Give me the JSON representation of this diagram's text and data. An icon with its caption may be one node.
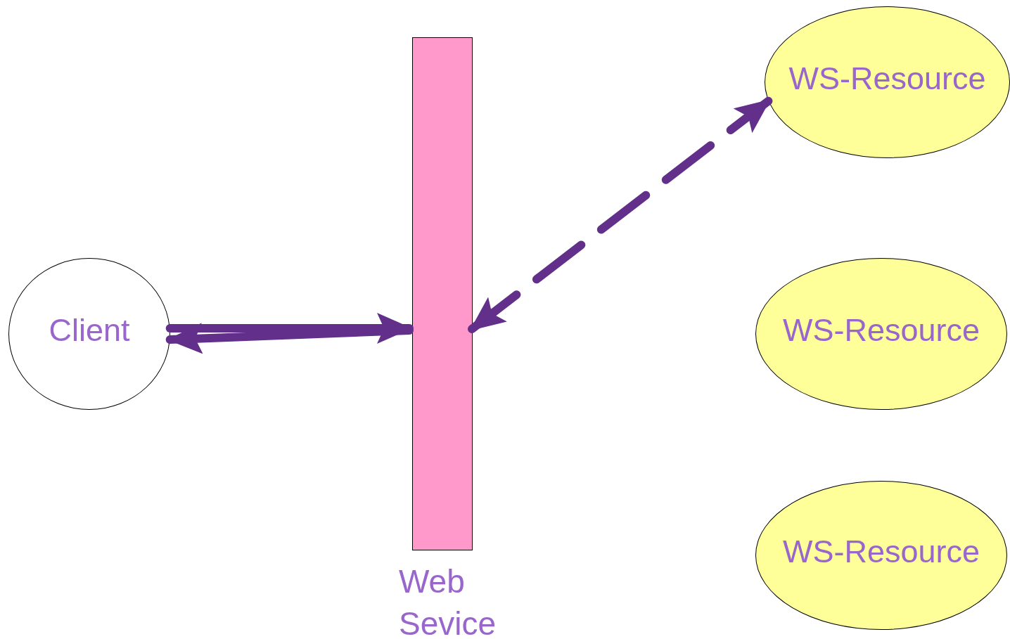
{
  "diagram": {
    "nodes": [
      {
        "text": [
          "Client"
        ]
      },
      {
        "text": [
          "Web Sevice"
        ]
      },
      {
        "text": [
          "WS-Resource"
        ]
      },
      {
        "text": [
          "WS-Resource"
        ]
      },
      {
        "text": [
          "WS-Resource"
        ]
      }
    ],
    "edges": [
      {
        "from": 0,
        "to": 1,
        "arrow": "to"
      },
      {
        "from": 1,
        "to": 0,
        "arrow": "to"
      },
      {
        "from": 1,
        "to": 2,
        "arrow": "both",
        "style": "dashed"
      }
    ]
  }
}
